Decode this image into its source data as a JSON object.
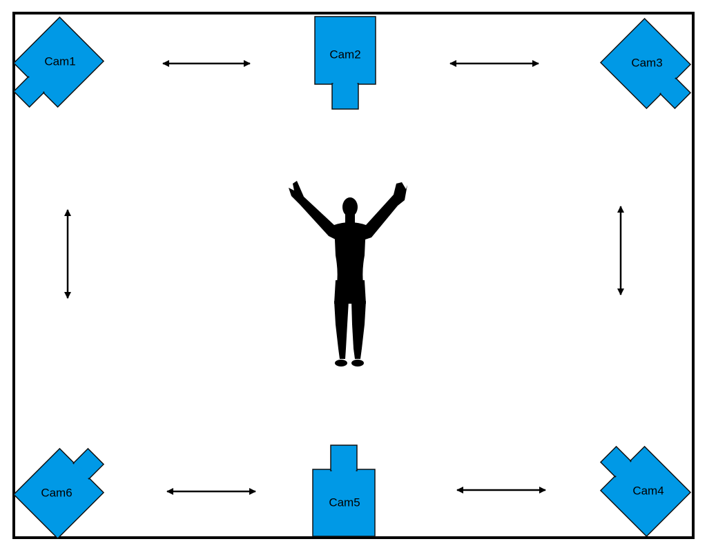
{
  "colors": {
    "camera_fill": "#0099e6",
    "camera_stroke": "#111111",
    "frame": "#000000",
    "arrow": "#000000",
    "person": "#000000",
    "background": "#ffffff"
  },
  "cameras": [
    {
      "label": "Cam1"
    },
    {
      "label": "Cam2"
    },
    {
      "label": "Cam3"
    },
    {
      "label": "Cam4"
    },
    {
      "label": "Cam5"
    },
    {
      "label": "Cam6"
    }
  ]
}
